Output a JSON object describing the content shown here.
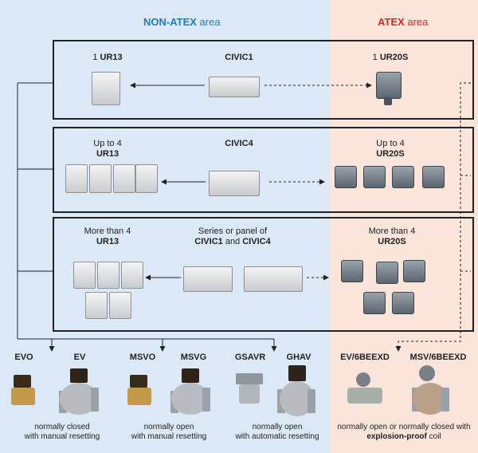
{
  "areas": {
    "non_atex": {
      "name": "NON-ATEX",
      "suffix": " area"
    },
    "atex": {
      "name": "ATEX",
      "suffix": " area"
    }
  },
  "row1": {
    "left_prefix": "1 ",
    "left_bold": "UR13",
    "center": "CIVIC1",
    "right_prefix": "1 ",
    "right_bold": "UR20S"
  },
  "row2": {
    "left_line1": "Up to 4",
    "left_bold": "UR13",
    "center": "CIVIC4",
    "right_line1": "Up to 4",
    "right_bold": "UR20S"
  },
  "row3": {
    "left_line1": "More than 4",
    "left_bold": "UR13",
    "center_line1": "Series or panel of",
    "center_a": "CIVIC1",
    "center_and": " and ",
    "center_b": "CIVIC4",
    "right_line1": "More than 4",
    "right_bold": "UR20S"
  },
  "valves": {
    "evo": "EVO",
    "ev": "EV",
    "msvo": "MSVO",
    "msvg": "MSVG",
    "gsavr": "GSAVR",
    "ghav": "GHAV",
    "ev6": "EV/6BEEXD",
    "msv6": "MSV/6BEEXD"
  },
  "captions": {
    "c1_l1": "normally closed",
    "c1_l2": "with manual resetting",
    "c2_l1": "normally open",
    "c2_l2": "with manual resetting",
    "c3_l1": "normally open",
    "c3_l2": "with automatic resetting",
    "c4_l1": "normally open or normally closed with",
    "c4_bold": "explosion-proof",
    "c4_tail": " coil"
  },
  "colors": {
    "non_atex": "#1a7fc1",
    "atex": "#e0281f"
  }
}
